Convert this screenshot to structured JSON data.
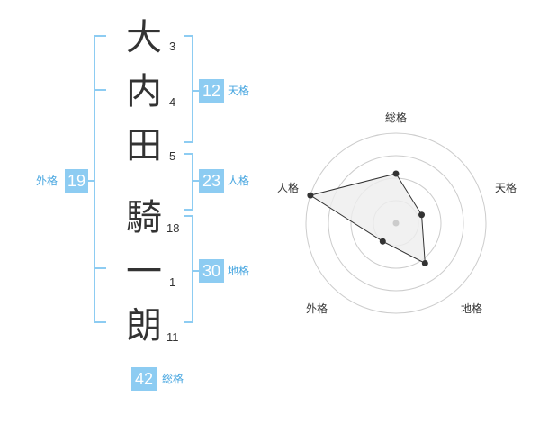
{
  "colors": {
    "bracket": "#8dccf2",
    "badge_bg": "#8dccf2",
    "badge_text": "#ffffff",
    "label_text": "#47a6e0",
    "kanji_text": "#333333",
    "radar_ring": "#cccccc",
    "radar_fill": "#eeeeee",
    "radar_line": "#333333",
    "radar_center": "#cccccc"
  },
  "name": {
    "characters": [
      {
        "char": "大",
        "strokes": "3"
      },
      {
        "char": "内",
        "strokes": "4"
      },
      {
        "char": "田",
        "strokes": "5"
      },
      {
        "char": "騎",
        "strokes": "18"
      },
      {
        "char": "一",
        "strokes": "1"
      },
      {
        "char": "朗",
        "strokes": "11"
      }
    ]
  },
  "fortunes": {
    "tenkaku": {
      "value": "12",
      "label": "天格"
    },
    "jinkaku": {
      "value": "23",
      "label": "人格"
    },
    "chikaku": {
      "value": "30",
      "label": "地格"
    },
    "gaikaku": {
      "value": "19",
      "label": "外格"
    },
    "soukaku": {
      "value": "42",
      "label": "総格"
    }
  },
  "chart_data": {
    "type": "radar",
    "axes": [
      "総格",
      "天格",
      "地格",
      "外格",
      "人格"
    ],
    "values": [
      0.55,
      0.3,
      0.55,
      0.25,
      1.0
    ],
    "rings": 4
  }
}
